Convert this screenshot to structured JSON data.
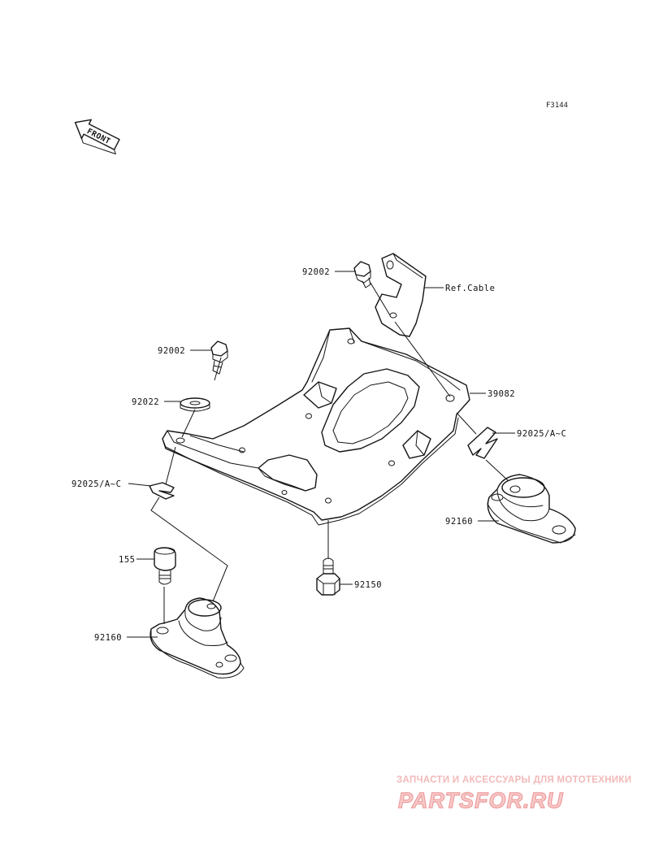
{
  "diagram": {
    "code": "F3144",
    "front_label": "FRONT",
    "parts": {
      "bolt_top": "92002",
      "ref_cable": "Ref.Cable",
      "bolt_left": "92002",
      "washer": "92022",
      "bracket": "39082",
      "clip_right": "92025/A~C",
      "clip_left": "92025/A~C",
      "mount_right": "92160",
      "stud": "155",
      "bolt_bottom": "92150",
      "mount_left": "92160"
    }
  },
  "watermark": {
    "top_line": "ЗАПЧАСТИ И АКСЕССУАРЫ ДЛЯ МОТОТЕХНИКИ",
    "logo": "PARTSFOR.RU"
  },
  "colors": {
    "ink": "#151515",
    "watermark_pink": "#f2b9b9",
    "watermark_red": "#ee9e9e"
  }
}
